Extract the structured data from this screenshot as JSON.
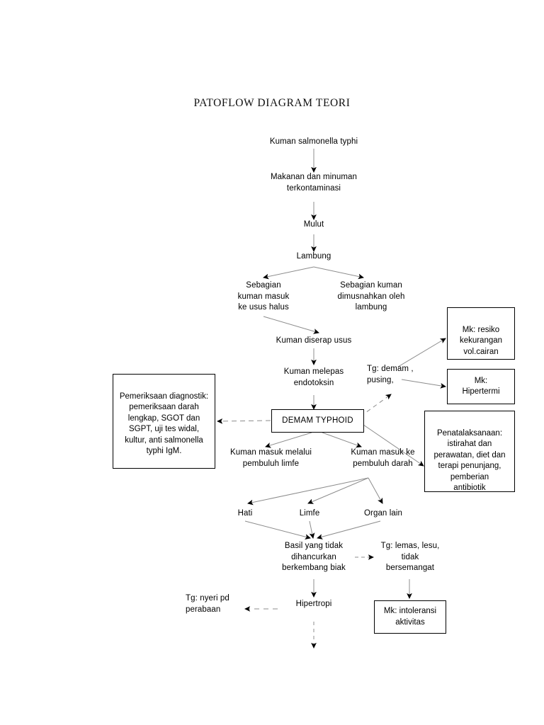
{
  "document": {
    "title": "PATOFLOW DIAGRAM TEORI",
    "background_color": "#ffffff",
    "text_color": "#000000",
    "line_color": "#8c8c8c",
    "arrowhead_color": "#000000",
    "box_border_color": "#000000"
  },
  "nodes": {
    "kuman_salmonella": "Kuman salmonella typhi",
    "makanan": "Makanan dan minuman\nterkontaminasi",
    "mulut": "Mulut",
    "lambung": "Lambung",
    "sebagian_masuk": "Sebagian\nkuman masuk\nke usus halus",
    "sebagian_dimusnahkan": "Sebagian kuman\ndimusnahkan oleh\nlambung",
    "diserap_usus": "Kuman diserap usus",
    "melepas_endotoksin": "Kuman melepas\nendotoksin",
    "tg_demam": "Tg: demam ,\npusing,",
    "demam_typhoid": "DEMAM TYPHOID",
    "masuk_limfe": "Kuman masuk melalui\npembuluh limfe",
    "masuk_darah": "Kuman masuk ke\npembuluh darah",
    "hati": "Hati",
    "limfe": "Limfe",
    "organ_lain": "Organ lain",
    "basil": "Basil yang tidak\ndihancurkan\nberkembang biak",
    "tg_lemas": "Tg: lemas, lesu,\ntidak\nbersemangat",
    "tg_nyeri": "Tg: nyeri pd\nperabaan",
    "hipertropi": "Hipertropi"
  },
  "boxes": {
    "mk_resiko": "Mk: resiko\nkekurangan\nvol.cairan",
    "mk_hipertermi": "Mk:\nHipertermi",
    "pemeriksaan": "Pemeriksaan diagnostik:\npemeriksaan darah\nlengkap, SGOT dan\nSGPT, uji tes widal,\nkultur, anti salmonella\ntyphi IgM.",
    "penatalaksanaan": "Penatalaksanaan:\nistirahat dan\nperawatan, diet dan\nterapi penunjang,\npemberian\nantibiotik",
    "mk_intoleransi": "Mk: intoleransi\naktivitas"
  }
}
